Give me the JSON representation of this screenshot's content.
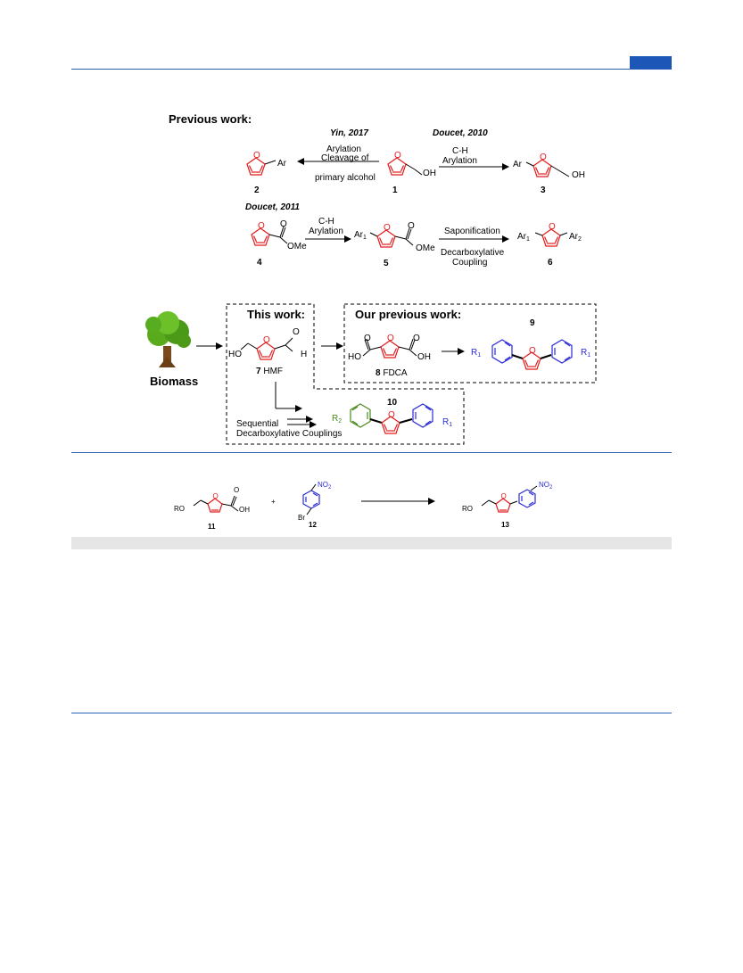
{
  "page": {
    "header_rule_color": "#2b5fb4",
    "header_tab_color": "#1c57b8"
  },
  "scheme_top": {
    "previous_heading": "Previous work:",
    "ref_yin": "Yin, 2017",
    "ref_doucet2010": "Doucet, 2010",
    "ref_doucet2011": "Doucet, 2011",
    "arrow1_line1": "Arylation",
    "arrow1_line2": "Cleavage of",
    "arrow1_line3": "primary alcohol",
    "arrow2_line1": "C-H",
    "arrow2_line2": "Arylation",
    "arrow3_line1": "C-H",
    "arrow3_line2": "Arylation",
    "arrow4_line1": "Saponification",
    "arrow4_line2": "Decarboxylative",
    "arrow4_line3": "Coupling",
    "label_ar": "Ar",
    "label_oh": "OH",
    "label_ome": "OMe",
    "label_o": "O",
    "label_ar1": "Ar",
    "label_ar2": "Ar",
    "sub1": "1",
    "sub2": "2",
    "cmp1": "1",
    "cmp2": "2",
    "cmp3": "3",
    "cmp4": "4",
    "cmp5": "5",
    "cmp6": "6"
  },
  "scheme_mid": {
    "biomass_label": "Biomass",
    "this_work_heading": "This work:",
    "our_previous_heading": "Our previous work:",
    "cmp7_num": "7",
    "cmp7_name": "HMF",
    "cmp8_num": "8",
    "cmp8_name": "FDCA",
    "cmp9": "9",
    "cmp10": "10",
    "label_ho": "HO",
    "label_h": "H",
    "label_o": "O",
    "label_oh": "OH",
    "label_r": "R",
    "sub1": "1",
    "sub2": "2",
    "seq_line1": "Sequential",
    "seq_line2": "Decarboxylative Couplings"
  },
  "scheme_bottom": {
    "label_ro": "RO",
    "label_oh": "OH",
    "label_o": "O",
    "label_no2": "NO",
    "sub2": "2",
    "label_br": "Br",
    "plus": "+",
    "cmp11": "11",
    "cmp12": "12",
    "cmp13": "13"
  }
}
